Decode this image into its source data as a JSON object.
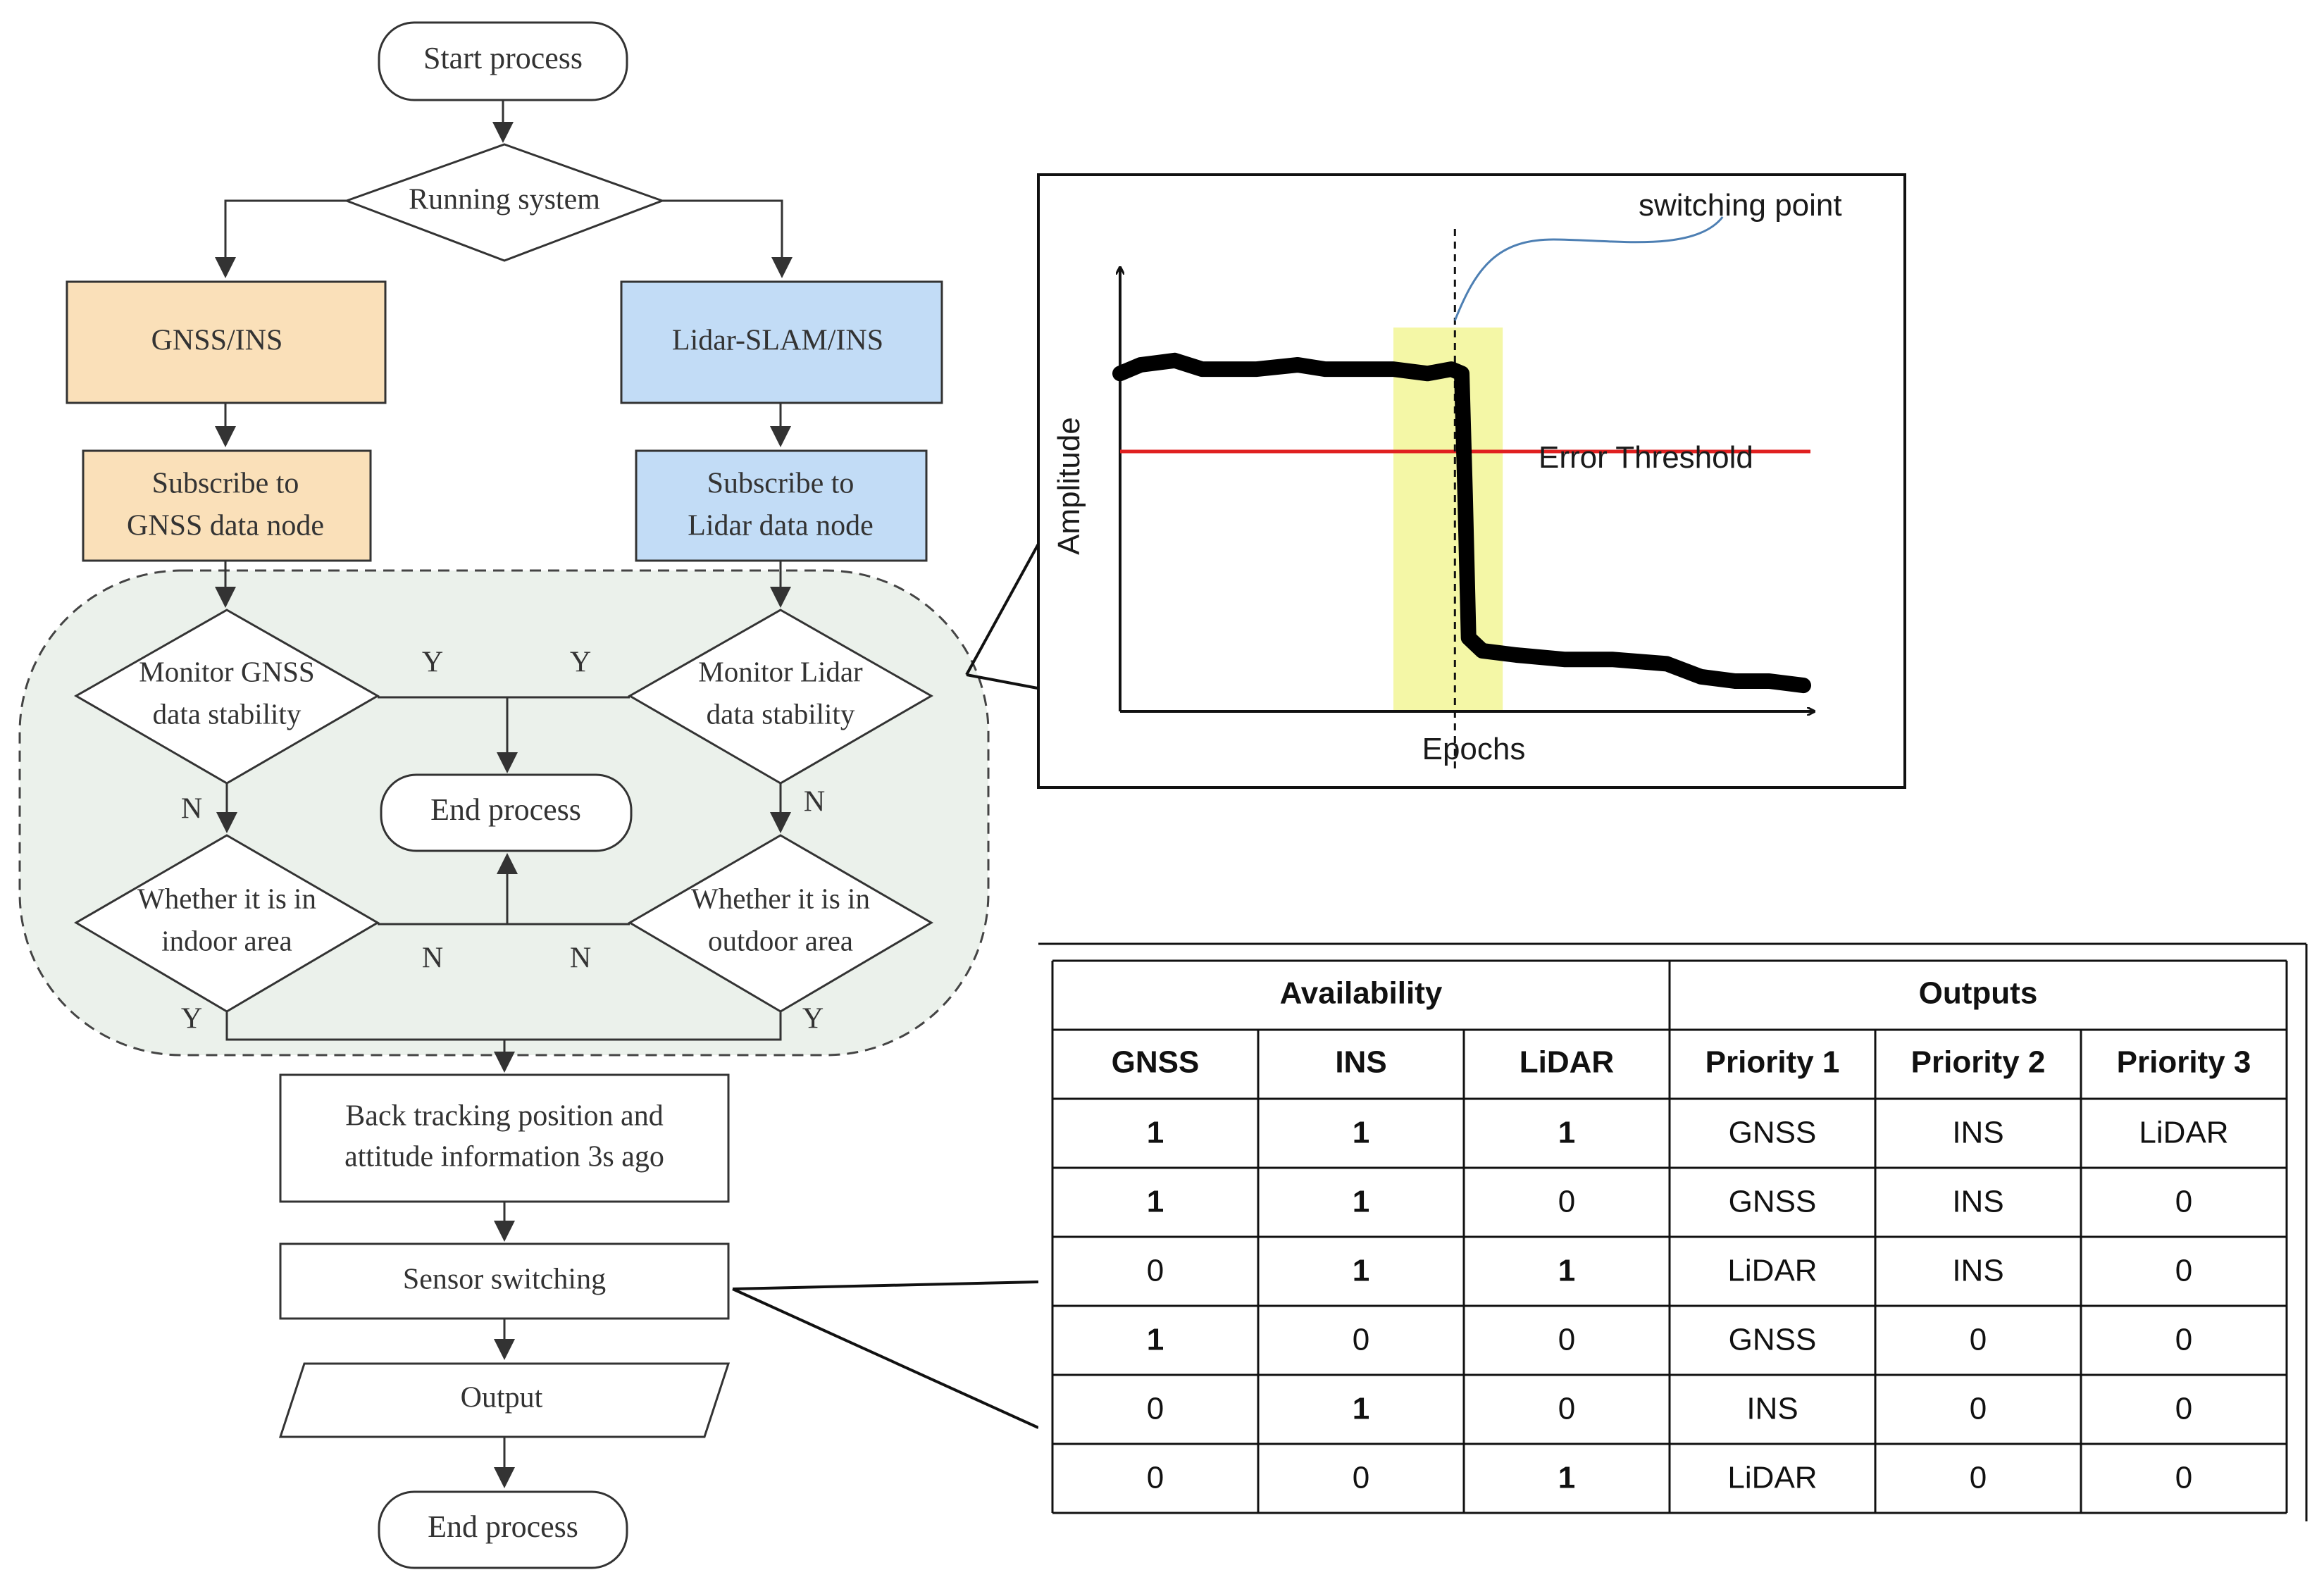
{
  "flowchart": {
    "start": "Start process",
    "running_system": "Running system",
    "gnss_ins": "GNSS/INS",
    "lidar_slam_ins": "Lidar-SLAM/INS",
    "subscribe_gnss": [
      "Subscribe to",
      "GNSS data node"
    ],
    "subscribe_lidar": [
      "Subscribe to",
      "Lidar data node"
    ],
    "monitor_gnss": [
      "Monitor GNSS",
      "data stability"
    ],
    "monitor_lidar": [
      "Monitor Lidar",
      "data stability"
    ],
    "end_process_inner": "End process",
    "indoor_check": [
      "Whether it is in",
      "indoor area"
    ],
    "outdoor_check": [
      "Whether it is in",
      "outdoor area"
    ],
    "label_y": "Y",
    "label_n": "N",
    "back_tracking": [
      "Back tracking position and",
      "attitude information 3s ago"
    ],
    "sensor_switching": "Sensor switching",
    "output": "Output",
    "end_process": "End process",
    "colors": {
      "gnss_fill": "#fae0b9",
      "lidar_fill": "#c2dcf6",
      "monitor_region_fill": "#ebf1eb"
    }
  },
  "chart_data": {
    "type": "line",
    "title": "",
    "xlabel": "Epochs",
    "ylabel": "Amplitude",
    "annotation_switching": "switching point",
    "annotation_threshold": "Error Threshold",
    "threshold_color": "#e02020",
    "highlight_color": "#f4f7a6",
    "note": "",
    "series": [
      {
        "x": [
          0,
          0.03,
          0.08,
          0.12,
          0.2,
          0.26,
          0.3,
          0.35,
          0.4,
          0.45,
          0.485,
          0.5,
          0.505,
          0.51,
          0.53,
          0.58,
          0.65,
          0.72,
          0.8,
          0.85,
          0.9,
          0.95,
          1.0
        ],
        "y": [
          0.78,
          0.8,
          0.81,
          0.79,
          0.79,
          0.8,
          0.79,
          0.79,
          0.79,
          0.78,
          0.79,
          0.78,
          0.5,
          0.17,
          0.14,
          0.13,
          0.12,
          0.12,
          0.11,
          0.08,
          0.07,
          0.07,
          0.06
        ]
      }
    ],
    "threshold_y": 0.6,
    "highlight_x": [
      0.4,
      0.56
    ],
    "switch_x": 0.49
  },
  "table": {
    "group_headers": [
      "Availability",
      "Outputs"
    ],
    "columns": [
      "GNSS",
      "INS",
      "LiDAR",
      "Priority 1",
      "Priority 2",
      "Priority 3"
    ],
    "rows": [
      [
        "1",
        "1",
        "1",
        "GNSS",
        "INS",
        "LiDAR"
      ],
      [
        "1",
        "1",
        "0",
        "GNSS",
        "INS",
        "0"
      ],
      [
        "0",
        "1",
        "1",
        "LiDAR",
        "INS",
        "0"
      ],
      [
        "1",
        "0",
        "0",
        "GNSS",
        "0",
        "0"
      ],
      [
        "0",
        "1",
        "0",
        "INS",
        "0",
        "0"
      ],
      [
        "0",
        "0",
        "1",
        "LiDAR",
        "0",
        "0"
      ]
    ]
  }
}
